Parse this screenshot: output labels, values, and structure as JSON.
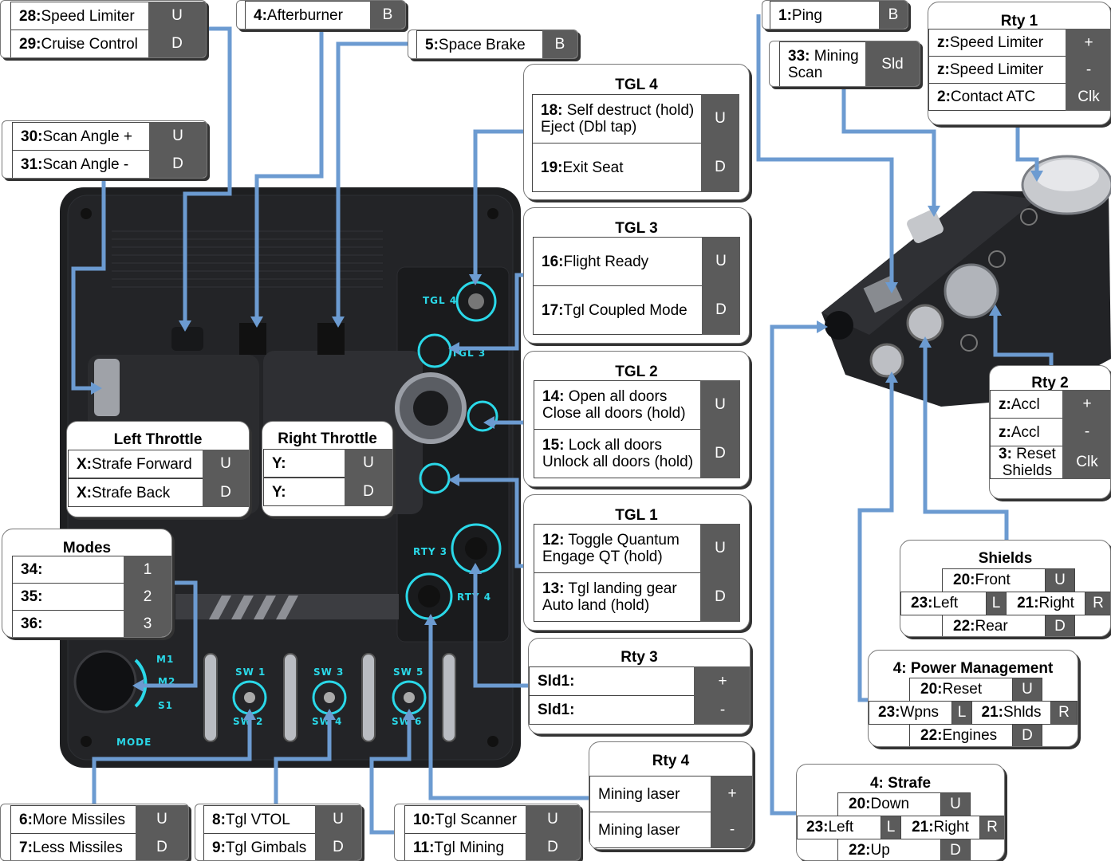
{
  "colors": {
    "wire": "#6c9bd1",
    "tag": "#5b5b5b",
    "accent_glow": "#2ad8e8"
  },
  "throttle_panel": {
    "tgl4": "TGL 4",
    "tgl3": "TGL 3",
    "rty3": "RTY 3",
    "rty4": "RTY 4",
    "m1": "M1",
    "m2": "M2",
    "s1": "S1",
    "mode": "MODE",
    "sw1": "SW 1",
    "sw2": "SW 2",
    "sw3": "SW 3",
    "sw4": "SW 4",
    "sw5": "SW 5",
    "sw6": "SW 6"
  },
  "boxes": {
    "speed": {
      "rows": [
        {
          "key": "28:",
          "text": " Speed Limiter",
          "tag": "U"
        },
        {
          "key": "29:",
          "text": " Cruise Control",
          "tag": "D"
        }
      ]
    },
    "afterburner": {
      "key": "4:",
      "text": " Afterburner",
      "tag": "B"
    },
    "spacebrake": {
      "key": "5:",
      "text": " Space Brake",
      "tag": "B"
    },
    "scan": {
      "rows": [
        {
          "key": "30:",
          "text": " Scan Angle +",
          "tag": "U"
        },
        {
          "key": "31:",
          "text": " Scan Angle -",
          "tag": "D"
        }
      ]
    },
    "tgl4": {
      "title": "TGL 4",
      "rows": [
        {
          "key": "18:",
          "text": " Self destruct (hold)",
          "line2": "Eject (Dbl tap)",
          "tag": "U"
        },
        {
          "key": "19:",
          "text": " Exit Seat",
          "tag": "D"
        }
      ]
    },
    "tgl3": {
      "title": "TGL 3",
      "rows": [
        {
          "key": "16:",
          "text": " Flight Ready",
          "tag": "U"
        },
        {
          "key": "17:",
          "text": " Tgl Coupled Mode",
          "tag": "D"
        }
      ]
    },
    "tgl2": {
      "title": "TGL 2",
      "rows": [
        {
          "key": "14:",
          "text": " Open all doors",
          "line2": "Close all doors (hold)",
          "tag": "U"
        },
        {
          "key": "15:",
          "text": " Lock all doors",
          "line2": "Unlock all doors (hold)",
          "tag": "D"
        }
      ]
    },
    "tgl1": {
      "title": "TGL 1",
      "rows": [
        {
          "key": "12:",
          "text": " Toggle Quantum",
          "line2": "Engage QT (hold)",
          "tag": "U"
        },
        {
          "key": "13:",
          "text": " Tgl landing gear",
          "line2": "Auto land (hold)",
          "tag": "D"
        }
      ]
    },
    "rty3": {
      "title": "Rty 3",
      "rows": [
        {
          "key": "Sld1:",
          "text": "",
          "tag": "+"
        },
        {
          "key": "Sld1:",
          "text": "",
          "tag": "-"
        }
      ]
    },
    "rty4": {
      "title": "Rty 4",
      "rows": [
        {
          "key": "",
          "text": "Mining laser",
          "tag": "+"
        },
        {
          "key": "",
          "text": "Mining laser",
          "tag": "-"
        }
      ]
    },
    "left_throttle": {
      "title": "Left Throttle",
      "rows": [
        {
          "key": "X:",
          "text": " Strafe Forward",
          "tag": "U"
        },
        {
          "key": "X:",
          "text": " Strafe Back",
          "tag": "D"
        }
      ]
    },
    "right_throttle": {
      "title": "Right Throttle",
      "rows": [
        {
          "key": "Y:",
          "text": "",
          "tag": "U"
        },
        {
          "key": "Y:",
          "text": "",
          "tag": "D"
        }
      ]
    },
    "modes": {
      "title": "Modes",
      "rows": [
        {
          "key": "34:",
          "text": "",
          "tag": "1"
        },
        {
          "key": "35:",
          "text": "",
          "tag": "2"
        },
        {
          "key": "36:",
          "text": "",
          "tag": "3"
        }
      ]
    },
    "missiles": {
      "rows": [
        {
          "key": "6:",
          "text": " More Missiles",
          "tag": "U"
        },
        {
          "key": "7:",
          "text": " Less Missiles",
          "tag": "D"
        }
      ]
    },
    "vtol": {
      "rows": [
        {
          "key": "8:",
          "text": " Tgl VTOL",
          "tag": "U"
        },
        {
          "key": "9:",
          "text": " Tgl Gimbals",
          "tag": "D"
        }
      ]
    },
    "scanner": {
      "rows": [
        {
          "key": "10:",
          "text": " Tgl Scanner",
          "tag": "U"
        },
        {
          "key": "11:",
          "text": " Tgl Mining",
          "tag": "D"
        }
      ]
    },
    "ping": {
      "key": "1:",
      "text": " Ping",
      "tag": "B"
    },
    "mining_scan": {
      "key": "33:",
      "text": " Mining",
      "line2": "Scan",
      "tag": "Sld"
    },
    "rty1": {
      "title": "Rty 1",
      "rows": [
        {
          "key": "z:",
          "text": " Speed Limiter",
          "tag": "+"
        },
        {
          "key": "z:",
          "text": " Speed Limiter",
          "tag": "-"
        },
        {
          "key": "2:",
          "text": " Contact ATC",
          "tag": "Clk"
        }
      ]
    },
    "rty2": {
      "title": "Rty 2",
      "rows": [
        {
          "key": "z:",
          "text": " Accl",
          "tag": "+"
        },
        {
          "key": "z:",
          "text": " Accl",
          "tag": "-"
        },
        {
          "key": "3:",
          "text": " Reset",
          "line2": "Shields",
          "tag": "Clk"
        }
      ]
    },
    "shields": {
      "title": "Shields",
      "up": {
        "key": "20:",
        "text": " Front",
        "tag": "U"
      },
      "left": {
        "key": "23:",
        "text": " Left",
        "tag": "L"
      },
      "right": {
        "key": "21:",
        "text": " Right",
        "tag": "R"
      },
      "down": {
        "key": "22:",
        "text": " Rear",
        "tag": "D"
      }
    },
    "power": {
      "title": "4: Power  Management",
      "up": {
        "key": "20:",
        "text": " Reset",
        "tag": "U"
      },
      "left": {
        "key": "23:",
        "text": " Wpns",
        "tag": "L"
      },
      "right": {
        "key": "21:",
        "text": " Shlds",
        "tag": "R"
      },
      "down": {
        "key": "22:",
        "text": " Engines",
        "tag": "D"
      }
    },
    "strafe": {
      "title": "4: Strafe",
      "up": {
        "key": "20:",
        "text": " Down",
        "tag": "U"
      },
      "left": {
        "key": "23:",
        "text": " Left",
        "tag": "L"
      },
      "right": {
        "key": "21:",
        "text": " Right",
        "tag": "R"
      },
      "down": {
        "key": "22:",
        "text": " Up",
        "tag": "D"
      }
    }
  }
}
